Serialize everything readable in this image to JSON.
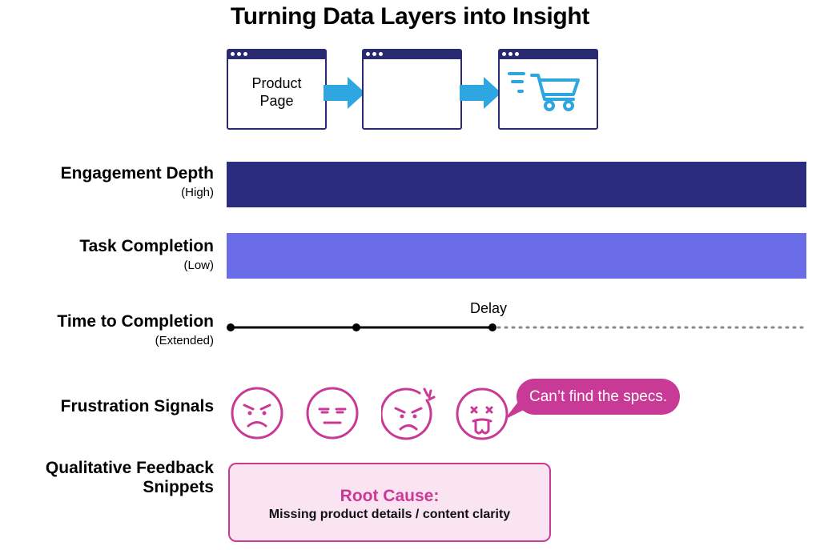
{
  "title": "Turning Data Layers into Insight",
  "flow": {
    "step1_label_line1": "Product",
    "step1_label_line2": "Page",
    "step2_label": "",
    "step3_icon": "shopping-cart-icon",
    "arrow_icon": "right-arrow-icon"
  },
  "rows": {
    "engagement": {
      "title": "Engagement Depth",
      "qualifier": "(High)",
      "level": "High"
    },
    "task": {
      "title": "Task Completion",
      "qualifier": "(Low)",
      "level": "Low"
    },
    "time": {
      "title": "Time to Completion",
      "qualifier": "(Extended)",
      "delay_label": "Delay"
    },
    "frustration": {
      "title": "Frustration Signals",
      "faces": [
        "angry-face-icon",
        "expressionless-face-icon",
        "frustrated-face-icon",
        "dizzy-sick-face-icon"
      ],
      "speech": "Can’t find the specs."
    },
    "feedback": {
      "title_line1": "Qualitative Feedback",
      "title_line2": "Snippets",
      "box_title": "Root Cause:",
      "box_text": "Missing product details / content clarity"
    }
  },
  "colors": {
    "navy": "#2b2b80",
    "periwinkle": "#6a6ce8",
    "arrow_blue": "#2ea6e0",
    "magenta": "#c93a96",
    "pink_fill": "#fbe4f1"
  }
}
